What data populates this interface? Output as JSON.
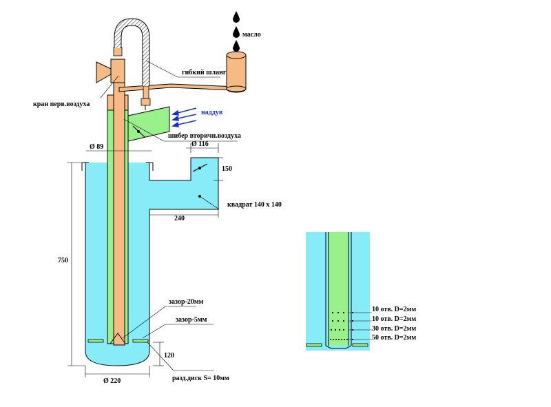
{
  "colors": {
    "water": "#88ecf8",
    "tube_green": "#9af08a",
    "copper": "#f6ba84",
    "blow_arrow": "#1a2fc4"
  },
  "labels": {
    "oil": "масло",
    "flexible_hose": "гибкий шланг",
    "primary_air_valve": "кран перв.воздуха",
    "blower": "наддув",
    "secondary_air_damper": "шибер вторичн.воздуха",
    "gap_20": "зазор-20мм",
    "gap_5": "зазор-5мм",
    "square": "квадрат 140 х 140",
    "disk": "разд.диск S= 10мм"
  },
  "dimensions": {
    "d89": "Ø 89",
    "d116": "Ø 116",
    "d220": "Ø 220",
    "h150": "150",
    "l240": "240",
    "h750": "750",
    "h120": "120"
  },
  "holes": [
    "10 отв. D=2мм",
    "10 отв. D=2мм",
    "30 отв. D=2мм",
    "50 отв. D=2мм"
  ]
}
